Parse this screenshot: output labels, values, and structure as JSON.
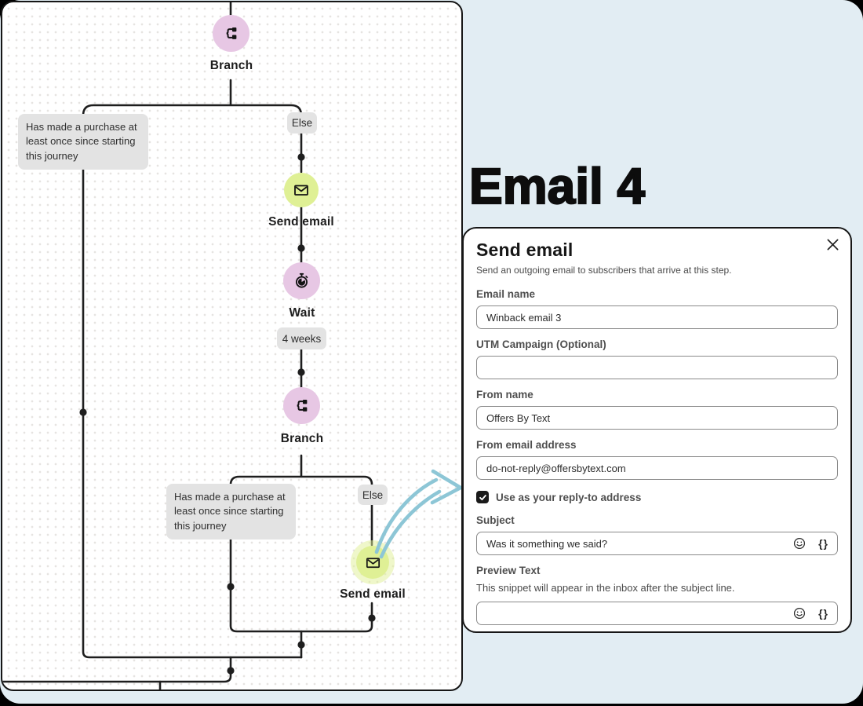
{
  "heading": {
    "title": "Email 4"
  },
  "flow": {
    "nodes": {
      "branch1": {
        "label": "Branch"
      },
      "email1": {
        "label": "Send email"
      },
      "wait1": {
        "label": "Wait",
        "duration": "4 weeks"
      },
      "branch2": {
        "label": "Branch"
      },
      "email2": {
        "label": "Send email"
      }
    },
    "conditions": {
      "purchase1": "Has made a purchase at least once since starting this journey",
      "else1": "Else",
      "purchase2": "Has made a purchase at least once since starting this journey",
      "else2": "Else"
    },
    "colors": {
      "branch_node": "#e7c7e4",
      "email_node": "#dff095",
      "line": "#1e1e1e",
      "annotation_arrow": "#8dc6d6"
    }
  },
  "panel": {
    "title": "Send email",
    "subtitle": "Send an outgoing email to subscribers that arrive at this step.",
    "fields": {
      "email_name": {
        "label": "Email name",
        "value": "Winback email 3"
      },
      "utm_campaign": {
        "label": "UTM Campaign (Optional)",
        "value": ""
      },
      "from_name": {
        "label": "From name",
        "value": "Offers By Text"
      },
      "from_email": {
        "label": "From email address",
        "value": "do-not-reply@offersbytext.com"
      },
      "reply_to": {
        "label": "Use as your reply-to address",
        "checked": true
      },
      "subject": {
        "label": "Subject",
        "value": "Was it something we said?"
      },
      "preview_text": {
        "label": "Preview Text",
        "helper": "This snippet will appear in the inbox after the subject line.",
        "value": ""
      }
    }
  },
  "icons": {
    "braces_glyph": "{}"
  }
}
